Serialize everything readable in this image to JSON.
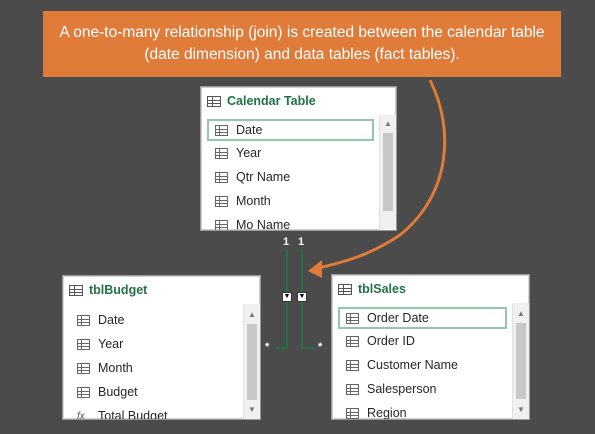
{
  "callout": {
    "text": "A one-to-many relationship (join) is created between the calendar table (date dimension) and data tables (fact tables)."
  },
  "calendar_table": {
    "title": "Calendar Table",
    "fields": [
      "Date",
      "Year",
      "Qtr Name",
      "Month",
      "Mo Name"
    ]
  },
  "budget_table": {
    "title": "tblBudget",
    "fields": [
      "Date",
      "Year",
      "Month",
      "Budget",
      "Total Budget"
    ]
  },
  "sales_table": {
    "title": "tblSales",
    "fields": [
      "Order Date",
      "Order ID",
      "Customer Name",
      "Salesperson",
      "Region"
    ]
  },
  "relationships": {
    "one_a": "1",
    "one_b": "1",
    "many_budget": "*",
    "many_sales": "*"
  },
  "colors": {
    "callout": "#e07b39",
    "background": "#4b4b4b",
    "title_green": "#217346",
    "selected_border": "#8fcaa5"
  }
}
